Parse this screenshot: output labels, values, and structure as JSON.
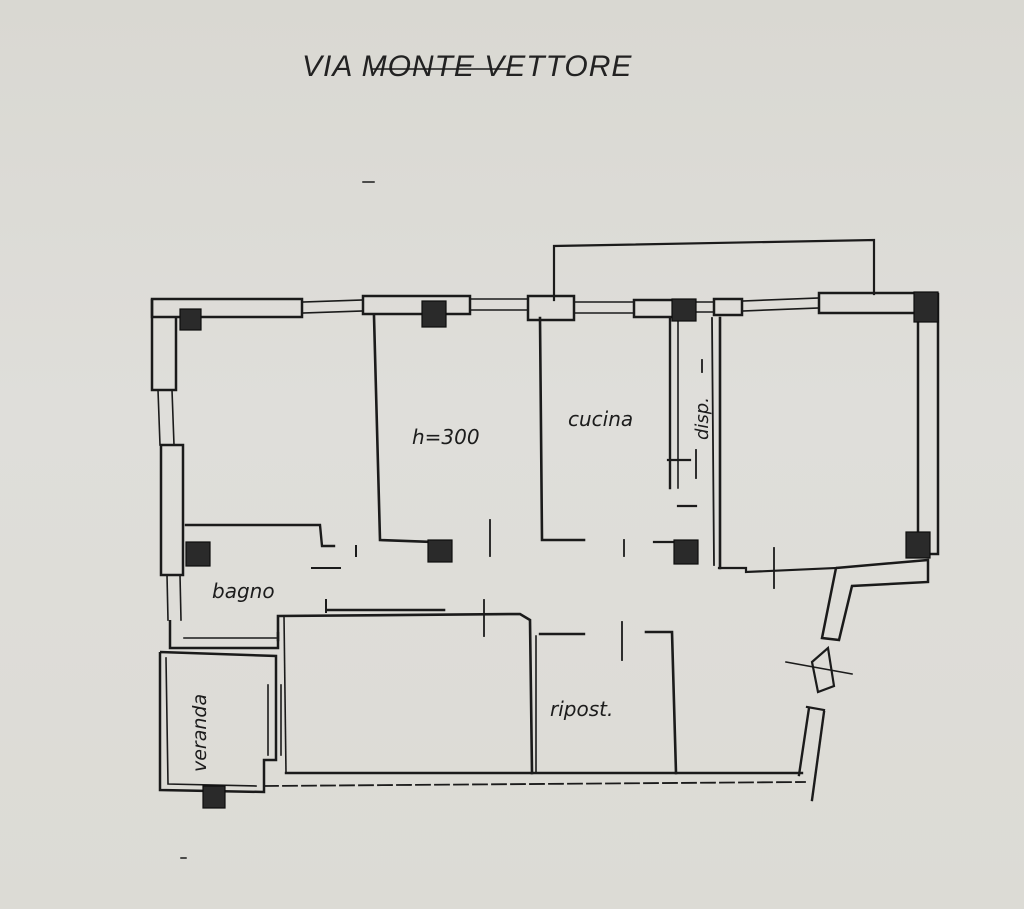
{
  "title": "VIA MONTE VETTORE",
  "rooms": {
    "bagno": "bagno",
    "height": "h=300",
    "cucina": "cucina",
    "disp": "disp.",
    "ripost": "ripost.",
    "veranda": "veranda"
  },
  "colors": {
    "paper": "#dddcd6",
    "ink": "#1b1b1b"
  }
}
